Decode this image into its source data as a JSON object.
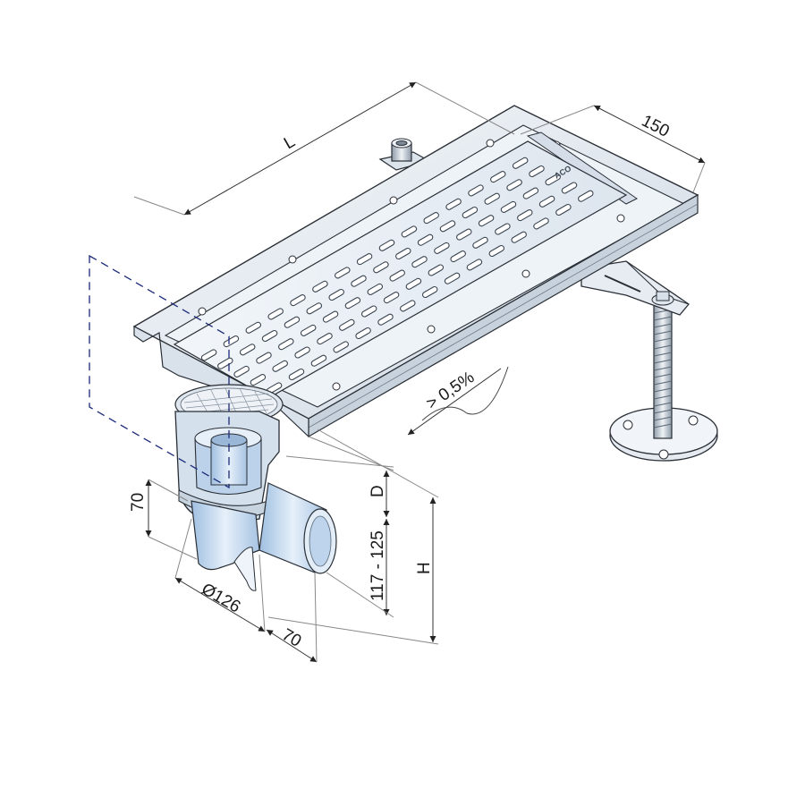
{
  "drawing": {
    "dimensions": {
      "length": "L",
      "width": "150",
      "slope": "> 0,5%",
      "depth": "D",
      "outlet_height_range": "117 - 125",
      "total_height": "H",
      "outlet_offset": "70",
      "trap_diameter": "Ø126",
      "outlet_length": "70"
    },
    "brand_mark": "ACO",
    "colors": {
      "steel": "#dfe6ee",
      "steel_dark": "#9aa8b6",
      "pipe": "#b9d2ec",
      "outline": "#2a2f36",
      "dashed": "#1b2a7a",
      "dimension_line": "#333333"
    }
  }
}
